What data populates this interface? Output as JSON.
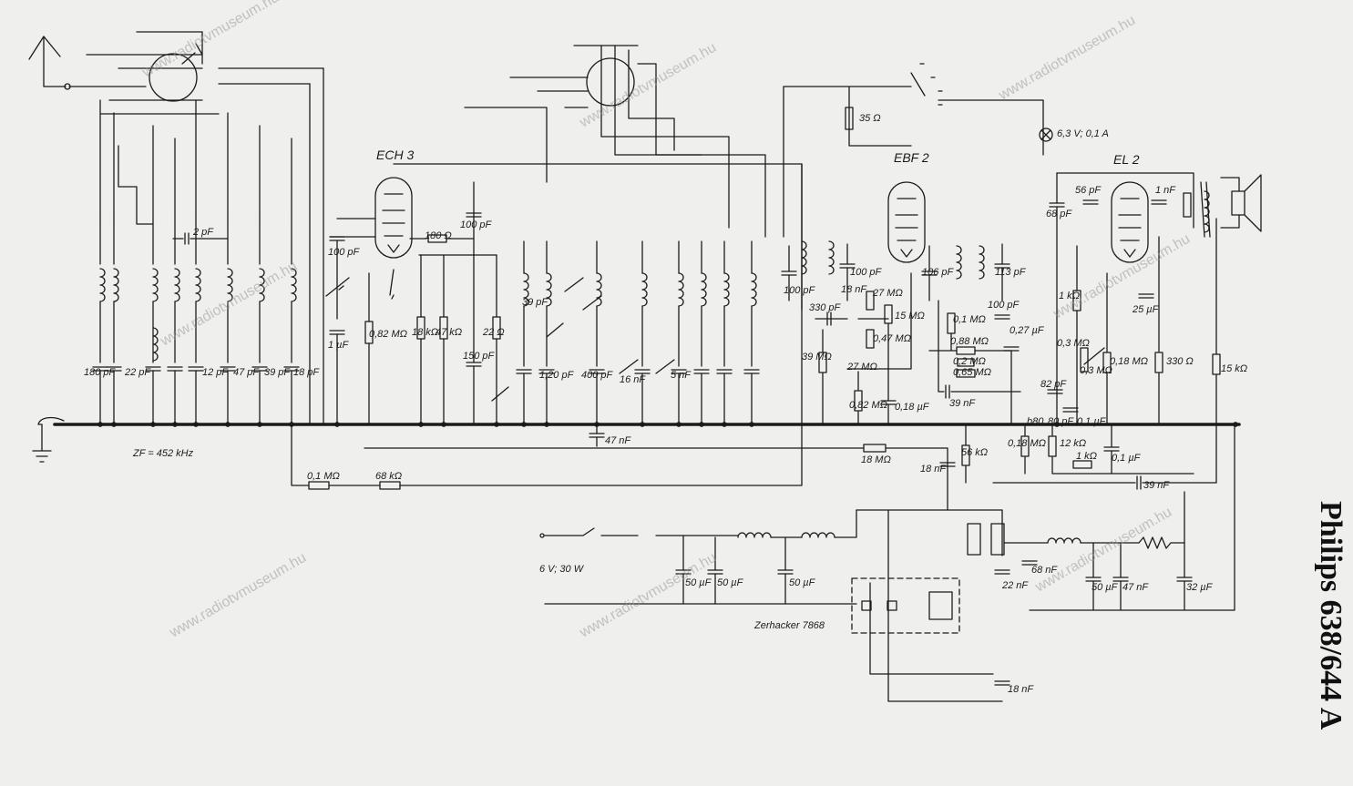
{
  "title": "Philips 638/644 A",
  "watermark": "www.radiotvmuseum.hu",
  "ink_color": "#1b1b1b",
  "paper_color": "#efefed",
  "tubes": [
    "ECH 3",
    "EBF 2",
    "EL 2"
  ],
  "notes": {
    "zf": "ZF = 452 kHz",
    "supply": "6 V; 30 W",
    "vibrator": "Zerhacker 7868",
    "lamp": "6,3 V; 0,1 A"
  },
  "labels": {
    "c180": "180 pF",
    "c22": "22 pF",
    "c2": "2 pF",
    "c12": "12 pF",
    "c47": "47 pF",
    "c39": "39 pF",
    "c18": "18 pF",
    "c100a": "100 pF",
    "c1u": "1 µF",
    "r082": "0,82 MΩ",
    "r180": "180 Ω",
    "c100b": "100 pF",
    "r18k": "18 kΩ",
    "r47k": "47 kΩ",
    "r22": "22 Ω",
    "c150": "150 pF",
    "c39b": "39 pF",
    "c120": "1,20 pF",
    "c400": "400 pF",
    "c16n": "16 nF",
    "c5n": "5 nF",
    "c47n": "47 nF",
    "r35": "35 Ω",
    "c100c": "100 pF",
    "c100d": "100 pF",
    "c330": "330 pF",
    "c18n": "18 nF",
    "r27m": "27 MΩ",
    "r15m": "15 MΩ",
    "r047": "0,47 MΩ",
    "r39m": "39 MΩ",
    "r27ma": "27 MΩ",
    "r082m": "0,82 MΩ",
    "c018": "0,18 µF",
    "c106": "106 pF",
    "c113": "113 pF",
    "r01m": "0,1 MΩ",
    "c100e": "100 pF",
    "c027": "0,27 µF",
    "r088": "0,88 MΩ",
    "r02m": "0,2 MΩ",
    "r065": "0,65 MΩ",
    "c39n": "39 nF",
    "c68": "68 pF",
    "c56": "56 pF",
    "c1n": "1 nF",
    "r1k": "1 kΩ",
    "c25u": "25 µF",
    "r03": "0,3 MΩ",
    "p03": "0,3 MΩ",
    "r018": "0,18 MΩ",
    "r330": "330 Ω",
    "r15k": "15 kΩ",
    "c82": "82 pF",
    "c01u": "0,1 µF",
    "b80": "b80",
    "c80": "80 pF",
    "r018b": "0,18 MΩ",
    "r12k": "12 kΩ",
    "r1kb": "1 kΩ",
    "c01ub": "0,1 µF",
    "r18m": "18 MΩ",
    "r56k": "56 kΩ",
    "c18nb": "18 nF",
    "c39nb": "39 nF",
    "r01mb": "0,1 MΩ",
    "r68k": "68 kΩ",
    "c50a": "50 µF",
    "c50b": "50 µF",
    "c50c": "50 µF",
    "c22n": "22 nF",
    "c68n": "68 nF",
    "c50d": "50 µF",
    "c47nb": "47 nF",
    "c32u": "32 µF",
    "c18nc": "18 nF"
  }
}
